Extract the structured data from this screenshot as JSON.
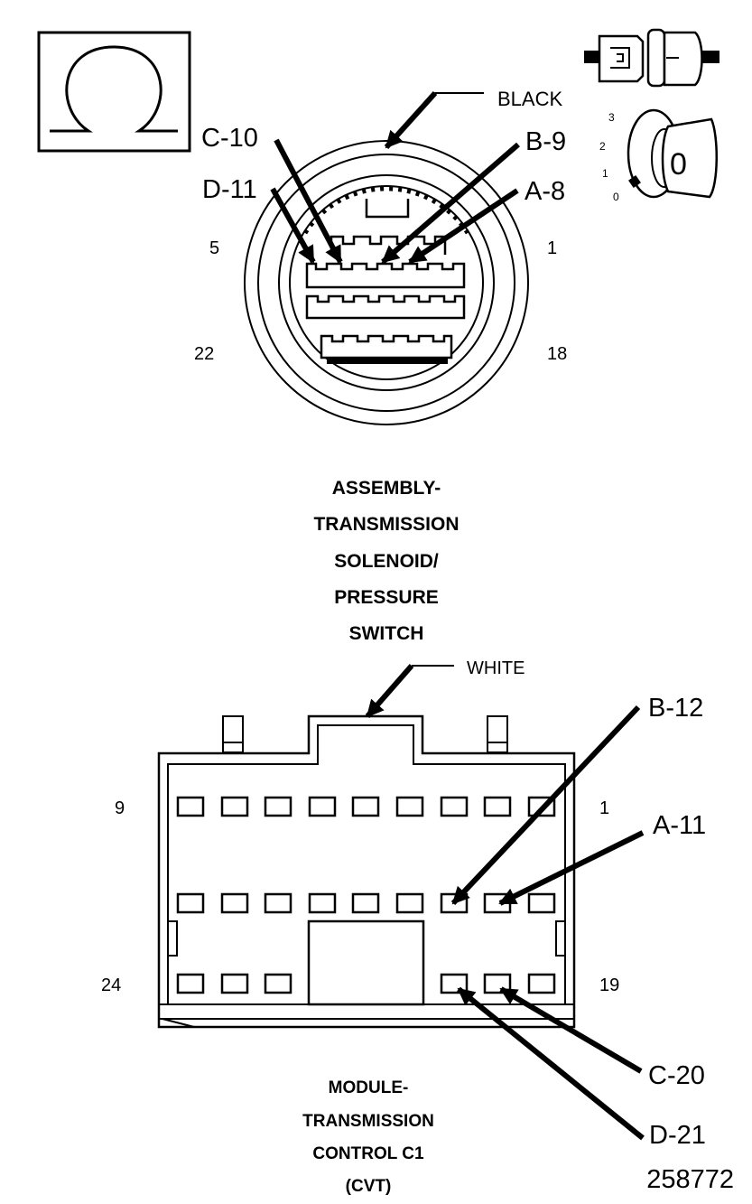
{
  "diagram": {
    "figure_number": "258772",
    "top_connector": {
      "color_label": "BLACK",
      "corner_pins": {
        "top_left": "5",
        "top_right": "1",
        "bottom_left": "22",
        "bottom_right": "18"
      },
      "callouts": [
        "C-10",
        "D-11",
        "B-9",
        "A-8"
      ],
      "caption_lines": [
        "ASSEMBLY-",
        "TRANSMISSION",
        "SOLENOID/",
        "PRESSURE",
        "SWITCH"
      ]
    },
    "bottom_connector": {
      "color_label": "WHITE",
      "corner_pins": {
        "top_left": "9",
        "top_right": "1",
        "bottom_left": "24",
        "bottom_right": "19"
      },
      "callouts": [
        "B-12",
        "A-11",
        "C-20",
        "D-21"
      ],
      "caption_lines": [
        "MODULE-",
        "TRANSMISSION",
        "CONTROL C1",
        "(CVT)"
      ]
    },
    "ignition_key": {
      "positions": [
        "3",
        "2",
        "1",
        "0"
      ],
      "key_label": "0"
    }
  }
}
